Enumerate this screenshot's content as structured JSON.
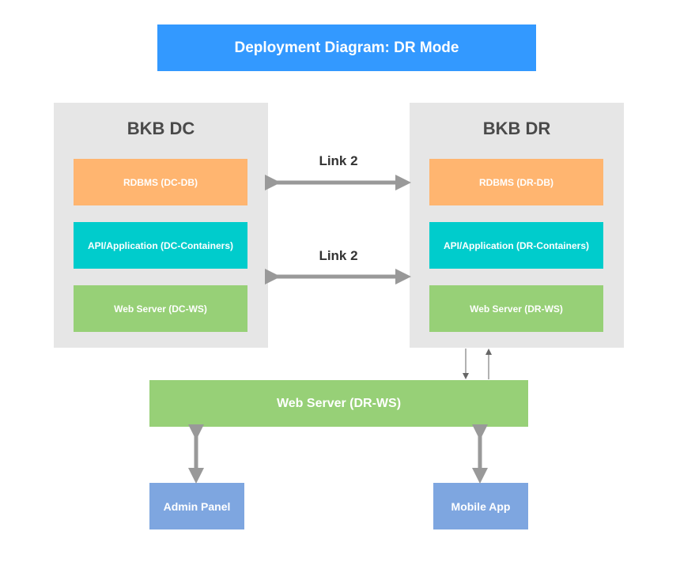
{
  "title": "Deployment Diagram: DR Mode",
  "sites": {
    "dc": {
      "name": "BKB DC",
      "db": "RDBMS (DC-DB)",
      "api": "API/Application (DC-Containers)",
      "ws": "Web Server (DC-WS)"
    },
    "dr": {
      "name": "BKB DR",
      "db": "RDBMS (DR-DB)",
      "api": "API/Application (DR-Containers)",
      "ws": "Web Server (DR-WS)"
    }
  },
  "links": {
    "top": "Link 2",
    "bottom": "Link 2"
  },
  "front_ws": "Web Server (DR-WS)",
  "clients": {
    "admin": "Admin Panel",
    "mobile": "Mobile App"
  },
  "colors": {
    "title_bg": "#3399ff",
    "site_bg": "#e6e6e6",
    "db": "#ffb570",
    "api": "#00cccc",
    "ws": "#97d077",
    "client": "#7ea6e0",
    "arrow": "#999999"
  }
}
